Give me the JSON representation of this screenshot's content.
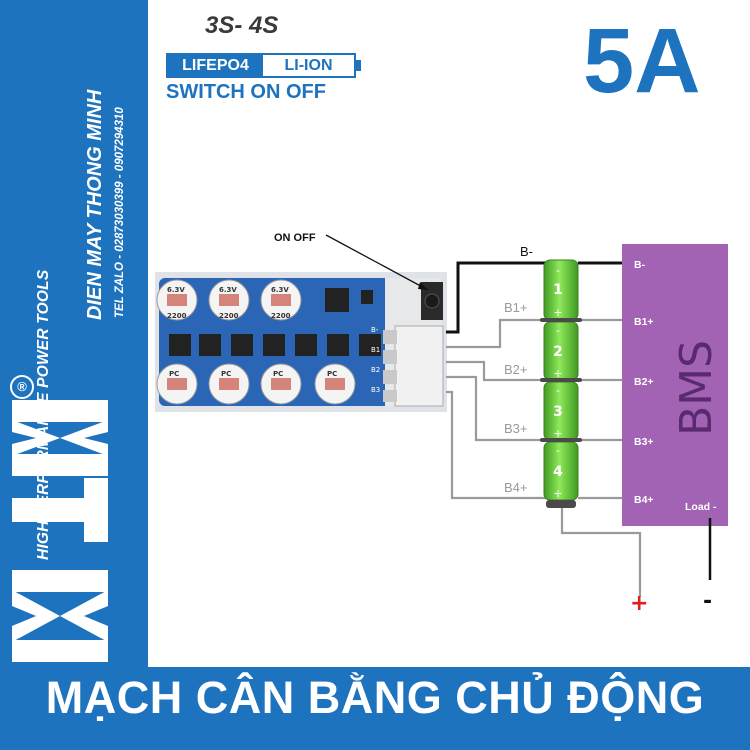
{
  "sidebar": {
    "tagline": "HIGH PERFORMANCE POWER TOOLS",
    "shop_name": "DIEN MAY THONG MINH",
    "contact": "TEL ZALO - 02873030399 - 0907294310",
    "logo_mark": "MTM",
    "registered": "®"
  },
  "header": {
    "cell_count": "3S- 4S",
    "chem_lifepo4": "LIFEPO4",
    "chem_liion": "LI-ION",
    "switch": "SWITCH ON OFF",
    "current": "5A"
  },
  "board": {
    "capacitor_text": "2200",
    "capacitor_volt": "6.3V",
    "capacitor_mark": "PC",
    "pad_labels": [
      "B-",
      "B1",
      "B2",
      "B3"
    ]
  },
  "diagram": {
    "on_off_label": "ON OFF",
    "bminus_label": "B-",
    "left_labels": [
      "B1+",
      "B2+",
      "B3+",
      "B4+"
    ],
    "cell_numbers": [
      "1",
      "2",
      "3",
      "4"
    ],
    "cell_minus": "-",
    "cell_plus": "+",
    "bms_label": "BMS",
    "bms_pins": [
      "B-",
      "B1+",
      "B2+",
      "B3+",
      "B4+"
    ],
    "load_minus": "Load -",
    "out_plus": "+",
    "out_minus": "-"
  },
  "banner": {
    "title": "MẠCH CÂN BẰNG CHỦ ĐỘNG"
  },
  "colors": {
    "brand_blue": "#1e73be",
    "bms_purple": "#a263b4",
    "cell_green": "#6cd13e",
    "wire_gray": "#9a9a9a",
    "plus_red": "#e02020"
  }
}
